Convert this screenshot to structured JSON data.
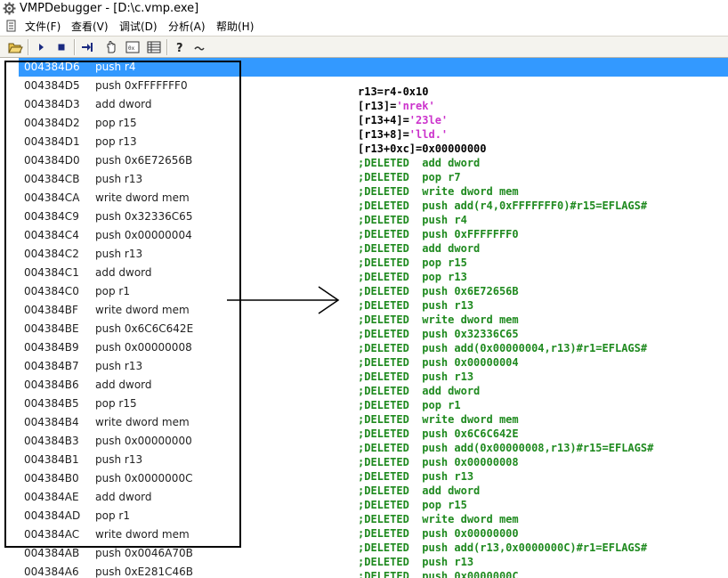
{
  "window": {
    "title": "VMPDebugger - [D:\\c.vmp.exe]"
  },
  "menu": [
    {
      "label": "文件(F)"
    },
    {
      "label": "查看(V)"
    },
    {
      "label": "调试(D)"
    },
    {
      "label": "分析(A)"
    },
    {
      "label": "帮助(H)"
    }
  ],
  "toolbar": {
    "buttons": [
      {
        "icon": "open-folder-icon"
      },
      {
        "icon": "run-icon"
      },
      {
        "icon": "stop-icon"
      },
      {
        "icon": "step-icon"
      },
      {
        "icon": "hand-icon"
      },
      {
        "icon": "hex-view-icon"
      },
      {
        "icon": "grid-view-icon"
      },
      {
        "icon": "help-icon"
      },
      {
        "icon": "info-icon"
      }
    ]
  },
  "instructions": [
    {
      "addr": "004384D6",
      "text": "push r4",
      "selected": true
    },
    {
      "addr": "004384D5",
      "text": "push 0xFFFFFFF0"
    },
    {
      "addr": "004384D3",
      "text": "add dword"
    },
    {
      "addr": "004384D2",
      "text": "pop r15"
    },
    {
      "addr": "004384D1",
      "text": "pop r13"
    },
    {
      "addr": "004384D0",
      "text": "push 0x6E72656B"
    },
    {
      "addr": "004384CB",
      "text": "push r13"
    },
    {
      "addr": "004384CA",
      "text": "write dword mem"
    },
    {
      "addr": "004384C9",
      "text": "push 0x32336C65"
    },
    {
      "addr": "004384C4",
      "text": "push 0x00000004"
    },
    {
      "addr": "004384C2",
      "text": "push r13"
    },
    {
      "addr": "004384C1",
      "text": "add dword"
    },
    {
      "addr": "004384C0",
      "text": "pop r1"
    },
    {
      "addr": "004384BF",
      "text": "write dword mem"
    },
    {
      "addr": "004384BE",
      "text": "push 0x6C6C642E"
    },
    {
      "addr": "004384B9",
      "text": "push 0x00000008"
    },
    {
      "addr": "004384B7",
      "text": "push r13"
    },
    {
      "addr": "004384B6",
      "text": "add dword"
    },
    {
      "addr": "004384B5",
      "text": "pop r15"
    },
    {
      "addr": "004384B4",
      "text": "write dword mem"
    },
    {
      "addr": "004384B3",
      "text": "push 0x00000000"
    },
    {
      "addr": "004384B1",
      "text": "push r13"
    },
    {
      "addr": "004384B0",
      "text": "push 0x0000000C"
    },
    {
      "addr": "004384AE",
      "text": "add dword"
    },
    {
      "addr": "004384AD",
      "text": "pop r1"
    },
    {
      "addr": "004384AC",
      "text": "write dword mem"
    },
    {
      "addr": "004384AB",
      "text": "push 0x0046A70B"
    },
    {
      "addr": "004384A6",
      "text": "push 0xE281C46B"
    }
  ],
  "analysis": [
    [
      {
        "t": "r13=r4-0x10",
        "c": "black"
      }
    ],
    [
      {
        "t": "[r13]=",
        "c": "black"
      },
      {
        "t": "'nrek'",
        "c": "str"
      }
    ],
    [
      {
        "t": "[r13+4]=",
        "c": "black"
      },
      {
        "t": "'23le'",
        "c": "str"
      }
    ],
    [
      {
        "t": "[r13+8]=",
        "c": "black"
      },
      {
        "t": "'lld.'",
        "c": "str"
      }
    ],
    [
      {
        "t": "[r13+0xc]=0x00000000",
        "c": "black"
      }
    ],
    [
      {
        "t": ";DELETED  add dword",
        "c": "green"
      }
    ],
    [
      {
        "t": ";DELETED  pop r7",
        "c": "green"
      }
    ],
    [
      {
        "t": ";DELETED  write dword mem",
        "c": "green"
      }
    ],
    [
      {
        "t": ";DELETED  push add(r4,0xFFFFFFF0)#r15=EFLAGS#",
        "c": "green"
      }
    ],
    [
      {
        "t": ";DELETED  push r4",
        "c": "green"
      }
    ],
    [
      {
        "t": ";DELETED  push 0xFFFFFFF0",
        "c": "green"
      }
    ],
    [
      {
        "t": ";DELETED  add dword",
        "c": "green"
      }
    ],
    [
      {
        "t": ";DELETED  pop r15",
        "c": "green"
      }
    ],
    [
      {
        "t": ";DELETED  pop r13",
        "c": "green"
      }
    ],
    [
      {
        "t": ";DELETED  push 0x6E72656B",
        "c": "green"
      }
    ],
    [
      {
        "t": ";DELETED  push r13",
        "c": "green"
      }
    ],
    [
      {
        "t": ";DELETED  write dword mem",
        "c": "green"
      }
    ],
    [
      {
        "t": ";DELETED  push 0x32336C65",
        "c": "green"
      }
    ],
    [
      {
        "t": ";DELETED  push add(0x00000004,r13)#r1=EFLAGS#",
        "c": "green"
      }
    ],
    [
      {
        "t": ";DELETED  push 0x00000004",
        "c": "green"
      }
    ],
    [
      {
        "t": ";DELETED  push r13",
        "c": "green"
      }
    ],
    [
      {
        "t": ";DELETED  add dword",
        "c": "green"
      }
    ],
    [
      {
        "t": ";DELETED  pop r1",
        "c": "green"
      }
    ],
    [
      {
        "t": ";DELETED  write dword mem",
        "c": "green"
      }
    ],
    [
      {
        "t": ";DELETED  push 0x6C6C642E",
        "c": "green"
      }
    ],
    [
      {
        "t": ";DELETED  push add(0x00000008,r13)#r15=EFLAGS#",
        "c": "green"
      }
    ],
    [
      {
        "t": ";DELETED  push 0x00000008",
        "c": "green"
      }
    ],
    [
      {
        "t": ";DELETED  push r13",
        "c": "green"
      }
    ],
    [
      {
        "t": ";DELETED  add dword",
        "c": "green"
      }
    ],
    [
      {
        "t": ";DELETED  pop r15",
        "c": "green"
      }
    ],
    [
      {
        "t": ";DELETED  write dword mem",
        "c": "green"
      }
    ],
    [
      {
        "t": ";DELETED  push 0x00000000",
        "c": "green"
      }
    ],
    [
      {
        "t": ";DELETED  push add(r13,0x0000000C)#r1=EFLAGS#",
        "c": "green"
      }
    ],
    [
      {
        "t": ";DELETED  push r13",
        "c": "green"
      }
    ],
    [
      {
        "t": ";DELETED  push 0x0000000C",
        "c": "green"
      }
    ]
  ],
  "colors": {
    "selection": "#3399ff",
    "string_literal": "#cc33cc",
    "deleted_comment": "#1f8a1f",
    "annotation_outline": "#000000"
  }
}
